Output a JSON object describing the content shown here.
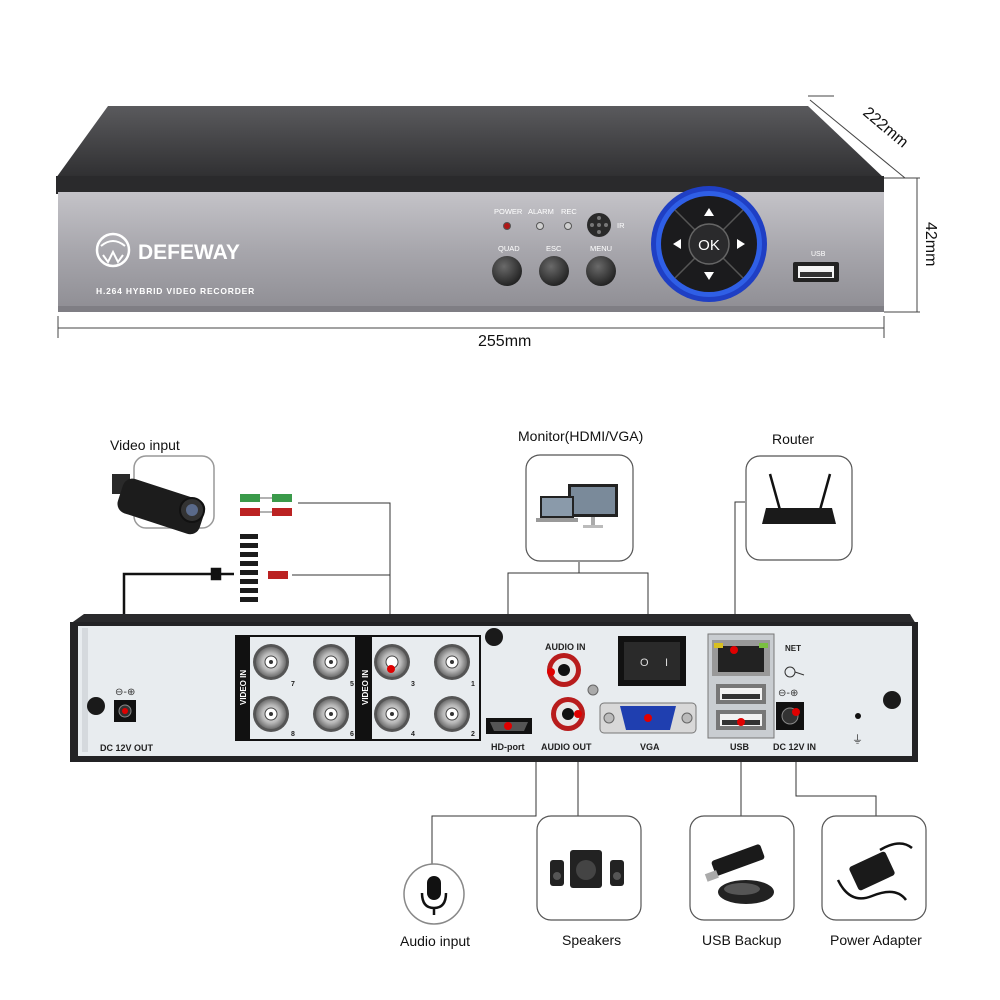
{
  "dimensions": {
    "depth": "222mm",
    "height": "42mm",
    "width": "255mm"
  },
  "front_panel": {
    "brand": "DEFEWAY",
    "subtitle": "H.264 HYBRID VIDEO RECORDER",
    "indicators": [
      "POWER",
      "ALARM",
      "REC"
    ],
    "ir_label": "IR",
    "buttons": [
      "QUAD",
      "ESC",
      "MENU"
    ],
    "ok_label": "OK",
    "usb_label": "USB"
  },
  "rear_panel": {
    "dc_out": "DC 12V OUT",
    "video_in": "VIDEO IN",
    "channel_numbers_left": [
      "7",
      "5",
      "8",
      "6"
    ],
    "channel_numbers_right": [
      "3",
      "1",
      "4",
      "2"
    ],
    "audio_in": "AUDIO IN",
    "audio_out": "AUDIO OUT",
    "hd_port": "HD-port",
    "vga": "VGA",
    "net": "NET",
    "usb": "USB",
    "dc_in": "DC 12V IN",
    "switch_off": "O",
    "switch_on": "I"
  },
  "callouts": {
    "video_input": "Video input",
    "monitor": "Monitor(HDMI/VGA)",
    "router": "Router",
    "audio_input": "Audio input",
    "speakers": "Speakers",
    "usb_backup": "USB Backup",
    "power_adapter": "Power Adapter"
  },
  "colors": {
    "front_face": "#a9a8ae",
    "top_cover": "#3e3e40",
    "rear_panel": "#e8ecef",
    "ring_blue": "#1f4fd6",
    "marker_red": "#e00000"
  }
}
